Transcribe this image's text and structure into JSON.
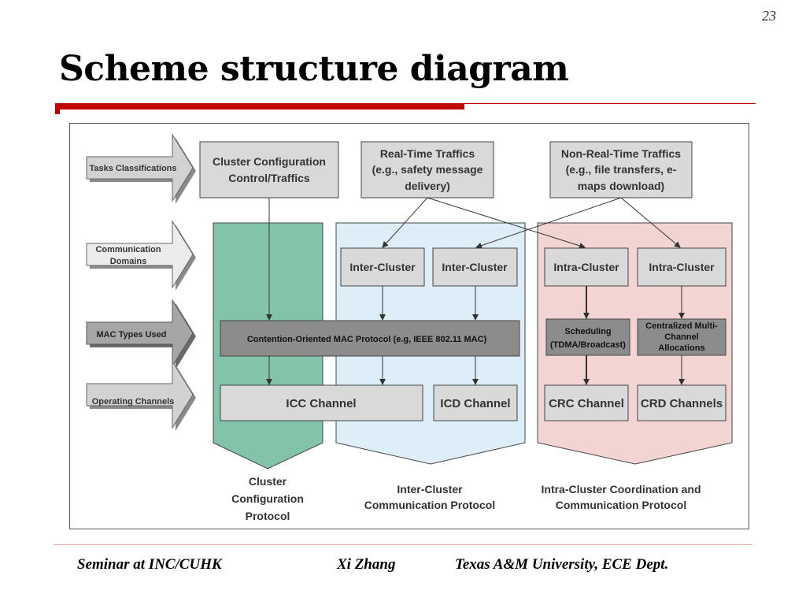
{
  "slide_number": "23",
  "title": "Scheme structure diagram",
  "footer": {
    "left": "Seminar at INC/CUHK",
    "center": "Xi Zhang",
    "right": "Texas A&M University, ECE Dept."
  },
  "diagram": {
    "row_labels": {
      "tasks": "Tasks Classifications",
      "domains_1": "Communication",
      "domains_2": "Domains",
      "mac": "MAC Types Used",
      "channels": "Operating Channels"
    },
    "tasks": {
      "cluster_config_1": "Cluster Configuration",
      "cluster_config_2": "Control/Traffics",
      "realtime_1": "Real-Time Traffics",
      "realtime_2": "(e.g., safety message",
      "realtime_3": "delivery)",
      "nonrealtime_1": "Non-Real-Time Traffics",
      "nonrealtime_2": "(e.g., file transfers, e-",
      "nonrealtime_3": "maps download)"
    },
    "domains": {
      "inter_1": "Inter-Cluster",
      "inter_2": "Inter-Cluster",
      "intra_1": "Intra-Cluster",
      "intra_2": "Intra-Cluster"
    },
    "mac": {
      "contention": "Contention-Oriented MAC Protocol (e.g, IEEE 802.11 MAC)",
      "scheduling_1": "Scheduling",
      "scheduling_2": "(TDMA/Broadcast)",
      "centralized_1": "Centralized Multi-",
      "centralized_2": "Channel",
      "centralized_3": "Allocations"
    },
    "channels": {
      "icc": "ICC Channel",
      "icd": "ICD Channel",
      "crc": "CRC Channel",
      "crd": "CRD Channels"
    },
    "protocols": {
      "cluster_1": "Cluster",
      "cluster_2": "Configuration",
      "cluster_3": "Protocol",
      "inter_1": "Inter-Cluster",
      "inter_2": "Communication Protocol",
      "intra_1": "Intra-Cluster Coordination and",
      "intra_2": "Communication Protocol"
    },
    "colors": {
      "green": "#82c3a9",
      "blue": "#ddeef8",
      "pink": "#f2d5d2",
      "box": "#d9d9d9",
      "mac_dark": "#8c8c8c"
    }
  }
}
